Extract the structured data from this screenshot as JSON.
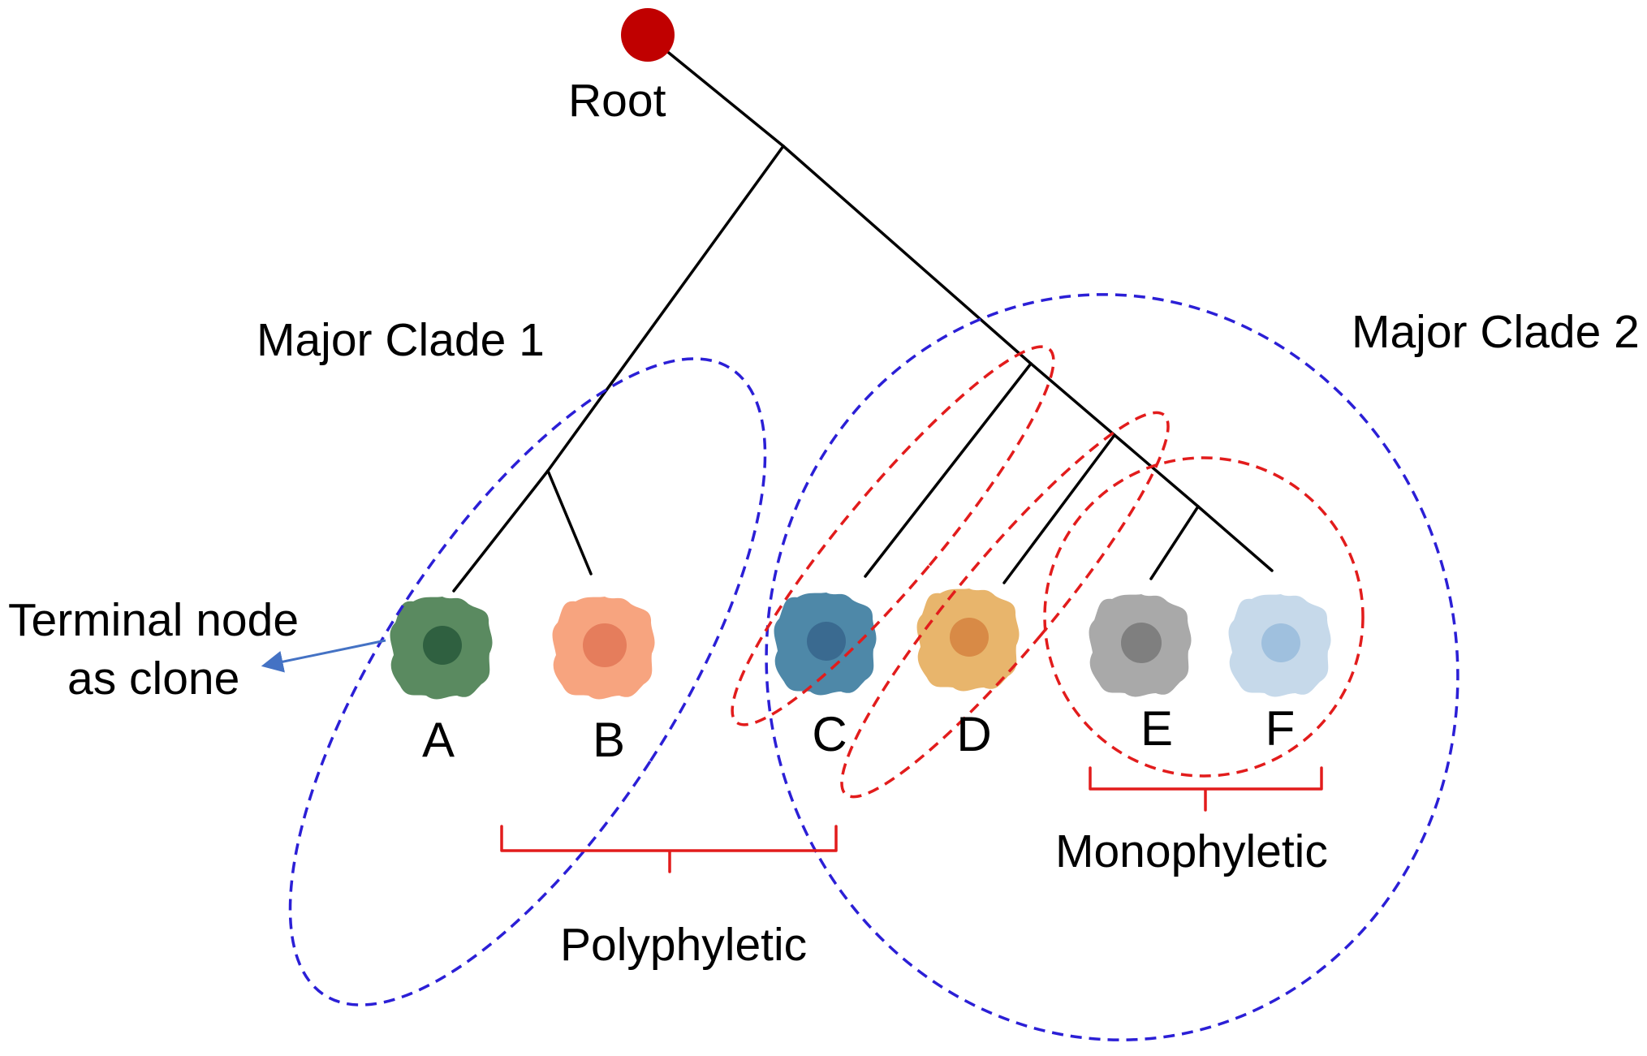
{
  "diagram": {
    "root_label": "Root",
    "clade1_label": "Major Clade 1",
    "clade2_label": "Major Clade 2",
    "terminal_label_line1": "Terminal node",
    "terminal_label_line2": "as clone",
    "polyphyletic_label": "Polyphyletic",
    "monophyletic_label": "Monophyletic",
    "leaves": [
      {
        "id": "A",
        "label": "A",
        "color": "#5a8a60",
        "nucleus": "#2f6040"
      },
      {
        "id": "B",
        "label": "B",
        "color": "#f7a47f",
        "nucleus": "#e57d5c"
      },
      {
        "id": "C",
        "label": "C",
        "color": "#4e88a8",
        "nucleus": "#3a6a90"
      },
      {
        "id": "D",
        "label": "D",
        "color": "#e8b56c",
        "nucleus": "#d88a46"
      },
      {
        "id": "E",
        "label": "E",
        "color": "#a9a9a9",
        "nucleus": "#7f7f7f"
      },
      {
        "id": "F",
        "label": "F",
        "color": "#c6d9ea",
        "nucleus": "#9fc0de"
      }
    ],
    "colors": {
      "root_node": "#c00000",
      "clade_outline": "#2b1fd6",
      "group_outline": "#e21c1c",
      "arrow": "#4472c4"
    }
  }
}
